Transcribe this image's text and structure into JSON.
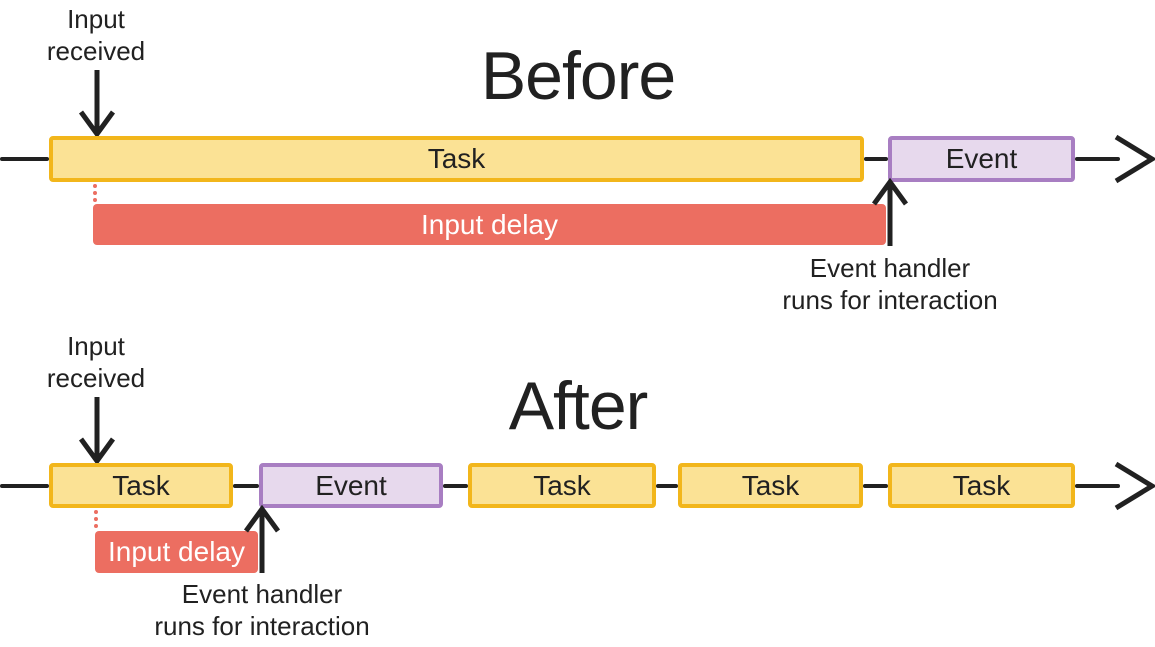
{
  "before": {
    "title": "Before",
    "input_label": "Input received",
    "task_label": "Task",
    "event_label": "Event",
    "delay_label": "Input delay",
    "handler_line1": "Event handler",
    "handler_line2": "runs for interaction"
  },
  "after": {
    "title": "After",
    "input_label": "Input received",
    "tasks": [
      "Task",
      "Task",
      "Task",
      "Task"
    ],
    "event_label": "Event",
    "delay_label": "Input delay",
    "handler_line1": "Event handler",
    "handler_line2": "runs for interaction"
  },
  "icons": {
    "down_arrow": "arrow-down",
    "up_arrow": "arrow-up",
    "timeline_arrow": "arrow-right"
  },
  "colors": {
    "task_fill": "#FBE295",
    "task_border": "#F2B61B",
    "event_fill": "#E7D9ED",
    "event_border": "#A87EC2",
    "delay_fill": "#EC6E61",
    "delay_text": "#FFFFFF",
    "line": "#212121",
    "text": "#212121",
    "background": "#FFFFFF"
  }
}
